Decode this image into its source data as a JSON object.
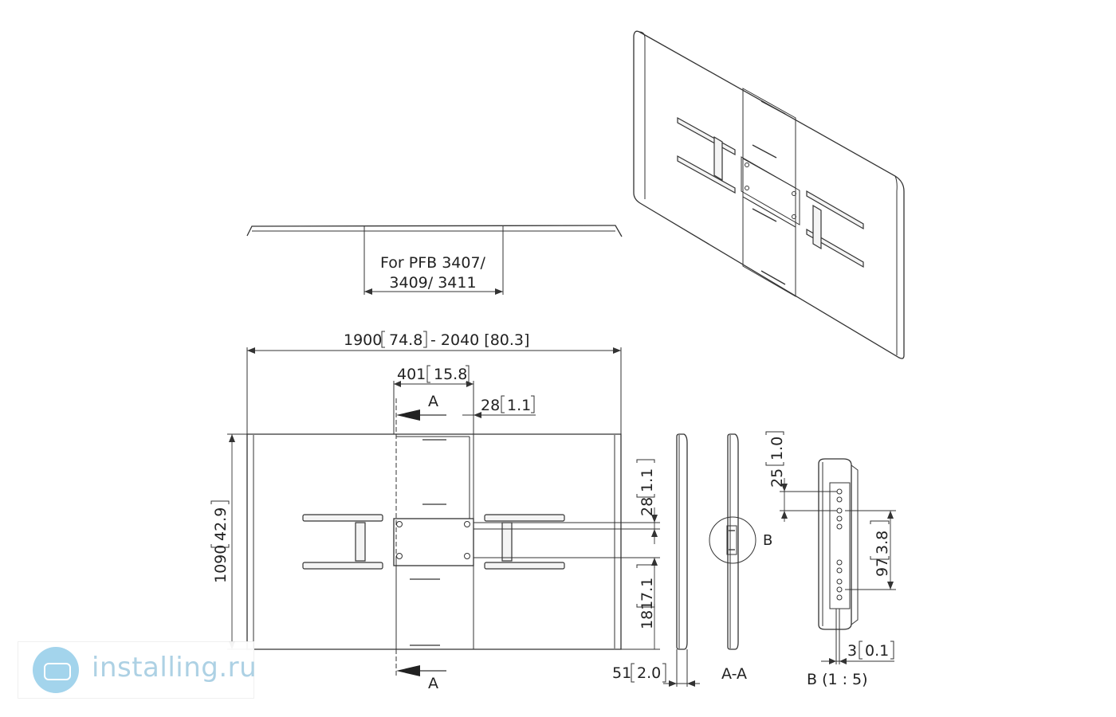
{
  "labels": {
    "compat_line1": "For PFB 3407/",
    "compat_line2": "3409/ 3411",
    "width_left": "1900",
    "width_left_in": "74.8",
    "width_right": "- 2040 [80.3]",
    "pitch": "401",
    "pitch_in": "15.8",
    "offset": "28",
    "offset_in": "1.1",
    "height": "1090",
    "height_in": "42.9",
    "hole_gap": "28",
    "hole_gap_in": "1.1",
    "hole_low": "181",
    "hole_low_in": "7.1",
    "depth": "51",
    "depth_in": "2.0",
    "section_top": "A",
    "section_bottom": "A",
    "section_name": "A-A",
    "detail_marker": "B",
    "detail_name": "B (1 : 5)",
    "det_top": "25",
    "det_top_in": "1.0",
    "det_span": "97",
    "det_span_in": "3.8",
    "det_thick": "3",
    "det_thick_in": "0.1"
  },
  "watermark": {
    "text": "installing.ru",
    "icon": "globe-logo-icon",
    "color": "#a9cfe3"
  }
}
